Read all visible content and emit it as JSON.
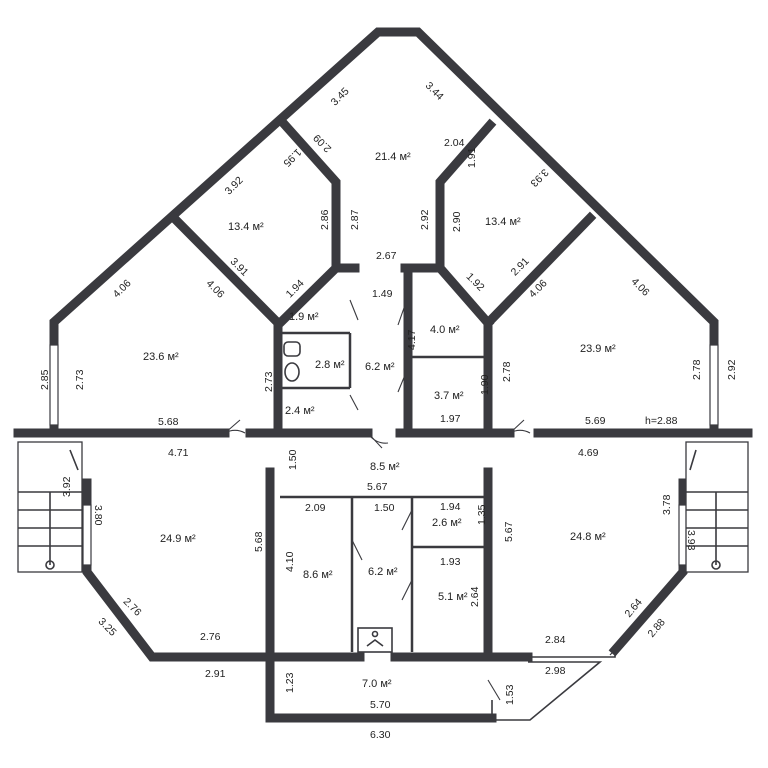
{
  "plan": {
    "areas": [
      {
        "id": "r-top-center",
        "text": "21.4 м²"
      },
      {
        "id": "r-top-left",
        "text": "13.4 м²"
      },
      {
        "id": "r-top-right",
        "text": "13.4 м²"
      },
      {
        "id": "r-left-big",
        "text": "23.6 м²"
      },
      {
        "id": "r-right-big",
        "text": "23.9 м²"
      },
      {
        "id": "r-corridor-top",
        "text": "1.9 м²"
      },
      {
        "id": "r-wc",
        "text": "2.8 м²"
      },
      {
        "id": "r-hall-mid",
        "text": "6.2 м²"
      },
      {
        "id": "r-store-l",
        "text": "2.4 м²"
      },
      {
        "id": "r-store-tr",
        "text": "4.0 м²"
      },
      {
        "id": "r-store-br",
        "text": "3.7 м²"
      },
      {
        "id": "r-main-hall",
        "text": "8.5 м²"
      },
      {
        "id": "r-left-low",
        "text": "24.9 м²"
      },
      {
        "id": "r-right-low",
        "text": "24.8 м²"
      },
      {
        "id": "r-small-a",
        "text": "2.6 м²"
      },
      {
        "id": "r-room-86",
        "text": "8.6 м²"
      },
      {
        "id": "r-hall-low",
        "text": "6.2 м²"
      },
      {
        "id": "r-room-51",
        "text": "5.1 м²"
      },
      {
        "id": "r-bottom",
        "text": "7.0 м²"
      }
    ],
    "dims": [
      {
        "id": "d1",
        "text": "3.45"
      },
      {
        "id": "d2",
        "text": "3.44"
      },
      {
        "id": "d3",
        "text": "2.09"
      },
      {
        "id": "d4",
        "text": "2.04"
      },
      {
        "id": "d5",
        "text": "1.95"
      },
      {
        "id": "d6",
        "text": "1.91"
      },
      {
        "id": "d7",
        "text": "3.92"
      },
      {
        "id": "d8",
        "text": "3.93"
      },
      {
        "id": "d9",
        "text": "2.86"
      },
      {
        "id": "d10",
        "text": "2.87"
      },
      {
        "id": "d11",
        "text": "2.92"
      },
      {
        "id": "d12",
        "text": "2.90"
      },
      {
        "id": "d13",
        "text": "2.67"
      },
      {
        "id": "d14",
        "text": "3.91"
      },
      {
        "id": "d15",
        "text": "2.91"
      },
      {
        "id": "d16",
        "text": "1.94"
      },
      {
        "id": "d17",
        "text": "1.92"
      },
      {
        "id": "d18",
        "text": "4.06"
      },
      {
        "id": "d19",
        "text": "4.06"
      },
      {
        "id": "d20",
        "text": "4.06"
      },
      {
        "id": "d21",
        "text": "4.06"
      },
      {
        "id": "d22",
        "text": "1.49"
      },
      {
        "id": "d23",
        "text": "4.17"
      },
      {
        "id": "d24",
        "text": "2.85"
      },
      {
        "id": "d25",
        "text": "2.73"
      },
      {
        "id": "d26",
        "text": "2.73"
      },
      {
        "id": "d27",
        "text": "2.78"
      },
      {
        "id": "d28",
        "text": "2.78"
      },
      {
        "id": "d29",
        "text": "2.92"
      },
      {
        "id": "d30",
        "text": "1.90"
      },
      {
        "id": "d31",
        "text": "1.97"
      },
      {
        "id": "d32",
        "text": "5.68"
      },
      {
        "id": "d33",
        "text": "5.69"
      },
      {
        "id": "d34",
        "text": "h=2.88"
      },
      {
        "id": "d35",
        "text": "4.71"
      },
      {
        "id": "d36",
        "text": "4.69"
      },
      {
        "id": "d37",
        "text": "1.50"
      },
      {
        "id": "d38",
        "text": "5.67"
      },
      {
        "id": "d39",
        "text": "2.09"
      },
      {
        "id": "d40",
        "text": "1.50"
      },
      {
        "id": "d41",
        "text": "1.94"
      },
      {
        "id": "d42",
        "text": "1.35"
      },
      {
        "id": "d43",
        "text": "1.93"
      },
      {
        "id": "d44",
        "text": "5.67"
      },
      {
        "id": "d45",
        "text": "5.68"
      },
      {
        "id": "d46",
        "text": "4.10"
      },
      {
        "id": "d47",
        "text": "2.64"
      },
      {
        "id": "d48",
        "text": "3.92"
      },
      {
        "id": "d49",
        "text": "3.80"
      },
      {
        "id": "d50",
        "text": "3.78"
      },
      {
        "id": "d51",
        "text": "3.93"
      },
      {
        "id": "d52",
        "text": "2.76"
      },
      {
        "id": "d53",
        "text": "2.76"
      },
      {
        "id": "d54",
        "text": "3.25"
      },
      {
        "id": "d55",
        "text": "2.91"
      },
      {
        "id": "d56",
        "text": "2.84"
      },
      {
        "id": "d57",
        "text": "2.64"
      },
      {
        "id": "d58",
        "text": "2.88"
      },
      {
        "id": "d59",
        "text": "2.98"
      },
      {
        "id": "d60",
        "text": "1.23"
      },
      {
        "id": "d61",
        "text": "5.70"
      },
      {
        "id": "d62",
        "text": "1.53"
      },
      {
        "id": "d63",
        "text": "6.30"
      }
    ]
  }
}
